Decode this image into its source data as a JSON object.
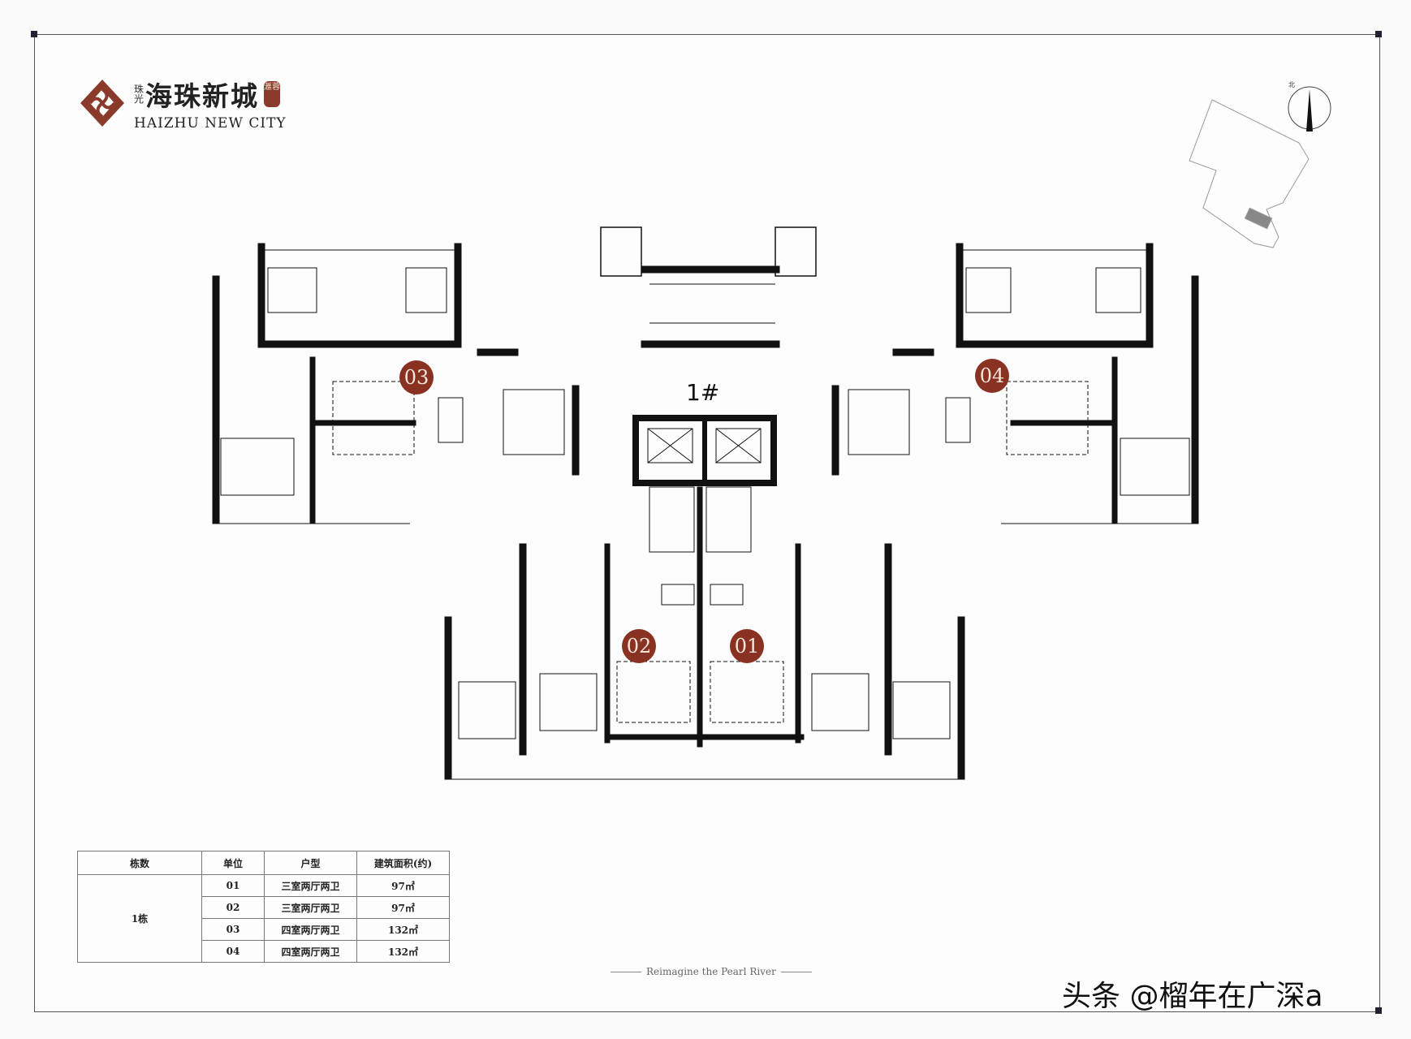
{
  "brand": {
    "prefix": "珠光",
    "name_cn": "海珠新城",
    "seal": "滙蓉",
    "name_en": "HAIZHU NEW CITY"
  },
  "plan": {
    "building": "1#",
    "north_label": "北",
    "units": [
      {
        "id": "01"
      },
      {
        "id": "02"
      },
      {
        "id": "03"
      },
      {
        "id": "04"
      }
    ],
    "accent_color": "#8a3222"
  },
  "spec_table": {
    "headers": [
      "栋数",
      "单位",
      "户型",
      "建筑面积(约)"
    ],
    "building": "1栋",
    "rows": [
      {
        "unit": "01",
        "type": "三室两厅两卫",
        "area": "97㎡"
      },
      {
        "unit": "02",
        "type": "三室两厅两卫",
        "area": "97㎡"
      },
      {
        "unit": "03",
        "type": "四室两厅两卫",
        "area": "132㎡"
      },
      {
        "unit": "04",
        "type": "四室两厅两卫",
        "area": "132㎡"
      }
    ]
  },
  "tagline": "Reimagine the Pearl River",
  "watermark": "头条 @榴年在广深a"
}
